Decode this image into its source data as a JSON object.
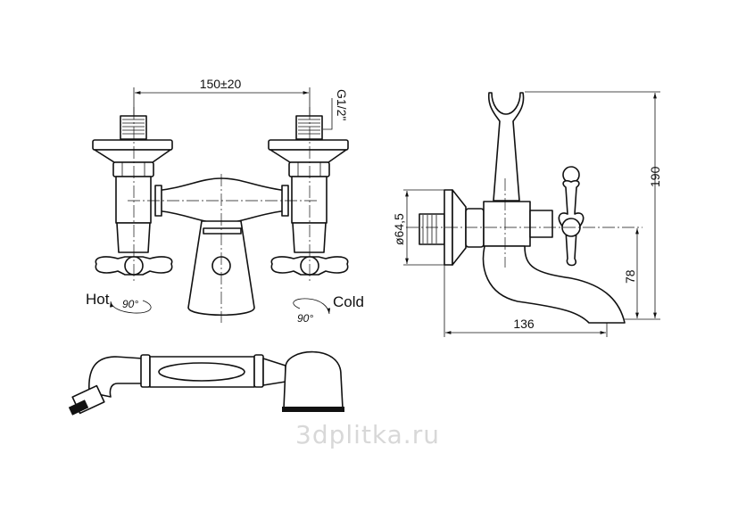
{
  "front_view": {
    "dim_spacing": "150±20",
    "dim_thread": "G1/2\"",
    "hot_label": "Hot",
    "cold_label": "Cold",
    "hot_angle": "90°",
    "cold_angle": "90°"
  },
  "side_view": {
    "dim_height": "190",
    "dim_spout_height": "78",
    "dim_depth": "136",
    "dim_flange_diameter": "ø64,5"
  },
  "watermark": "3dplitka.ru"
}
